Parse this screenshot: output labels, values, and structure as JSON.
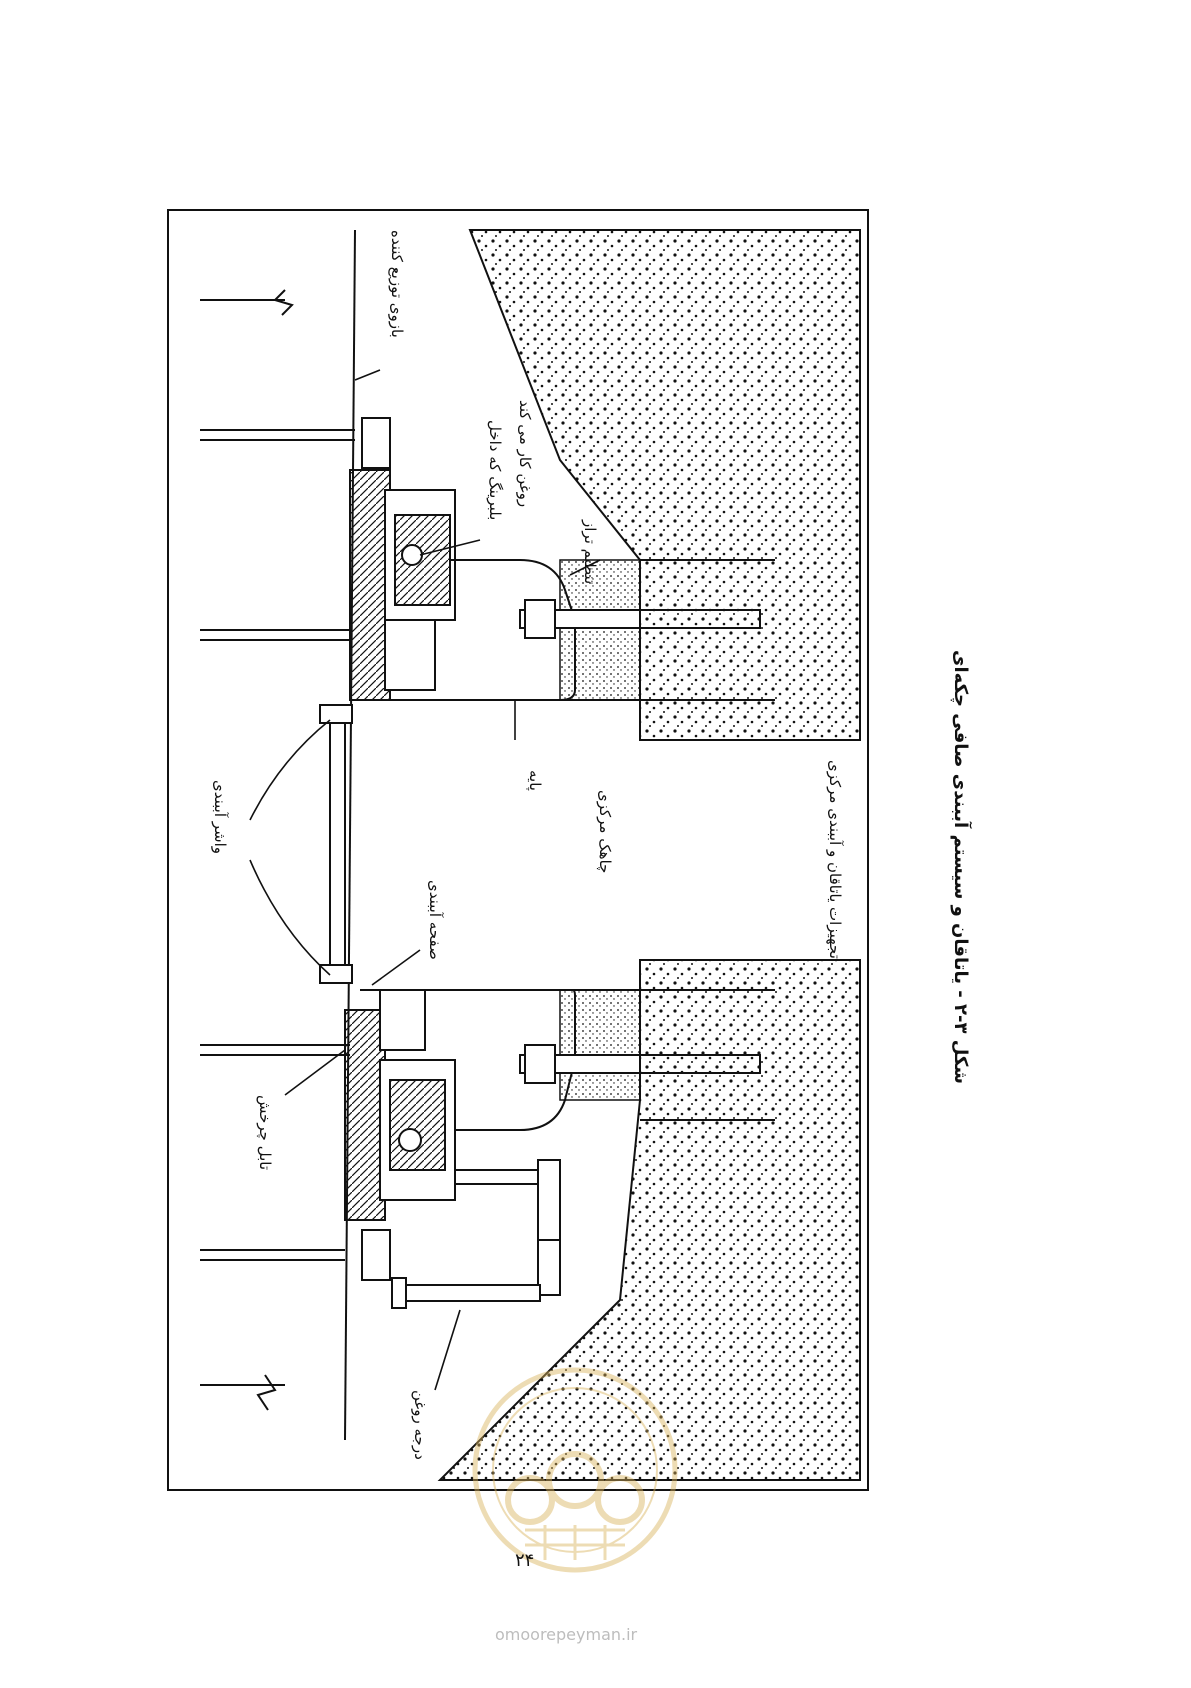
{
  "figure": {
    "caption": "شکل ۳-۲ - یاتاقان و سیستم آببندی صافی چکه‌ای",
    "title": "تجهیزات یاتاقان و آببندی مرکزی",
    "labels": {
      "distributor_arm": "بازوی توزیع کننده",
      "inner_bearing": "بلبرینگ که داخل",
      "oil_running": "روغن کار می کند",
      "level_adjust": "تنظیم تراز",
      "seal_washer": "واشر آببندی",
      "base": "پایه",
      "center_well": "چاهک مرکزی",
      "seal_plate": "صفحه آببندی",
      "rotating_table": "تابل چرخش",
      "oil_gauge": "درجه روغن"
    }
  },
  "page": {
    "number": "۲۴"
  },
  "watermark": {
    "site": "omoorepeyman.ir",
    "logo": "omoorepeyman-seal"
  },
  "colors": {
    "ink": "#111111",
    "watermark": "#d9b25a"
  }
}
